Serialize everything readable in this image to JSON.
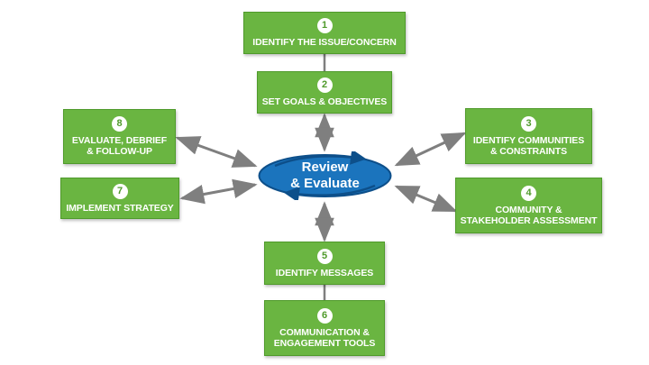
{
  "center": {
    "line1": "Review",
    "line2": "& Evaluate"
  },
  "steps": [
    {
      "num": "1",
      "label": "IDENTIFY THE ISSUE/CONCERN"
    },
    {
      "num": "2",
      "label": "SET GOALS & OBJECTIVES"
    },
    {
      "num": "3",
      "label": "IDENTIFY COMMUNITIES\n& CONSTRAINTS"
    },
    {
      "num": "4",
      "label": "COMMUNITY &\nSTAKEHOLDER ASSESSMENT"
    },
    {
      "num": "5",
      "label": "IDENTIFY MESSAGES"
    },
    {
      "num": "6",
      "label": "COMMUNICATION &\nENGAGEMENT TOOLS"
    },
    {
      "num": "7",
      "label": "IMPLEMENT STRATEGY"
    },
    {
      "num": "8",
      "label": "EVALUATE, DEBRIEF\n& FOLLOW-UP"
    }
  ],
  "colors": {
    "box_fill": "#6ab541",
    "box_border": "#4f9a2b",
    "center_fill": "#1b74bd",
    "center_border": "#0d4f8a",
    "arrow": "#7f7f7f"
  }
}
